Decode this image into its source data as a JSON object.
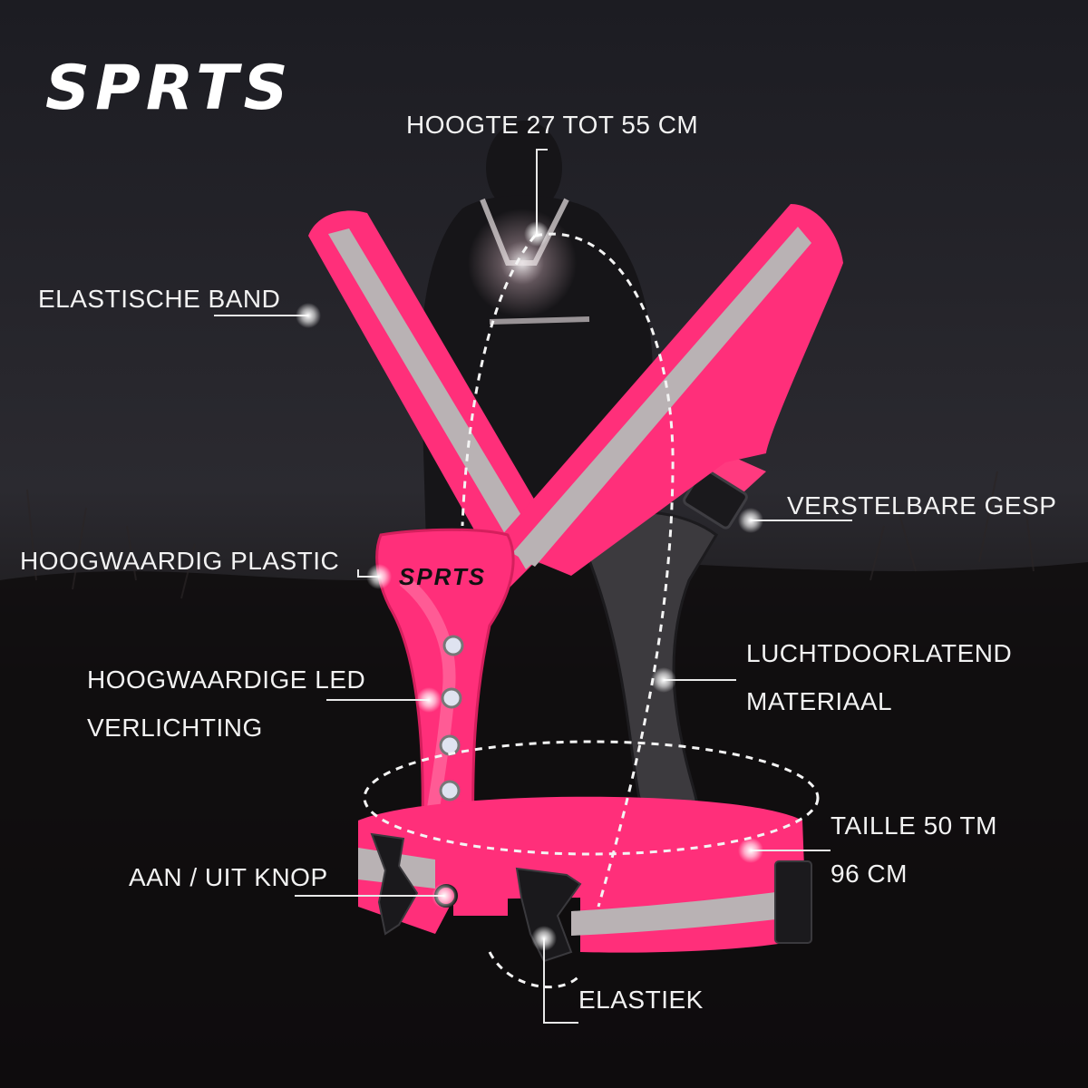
{
  "brand": {
    "logo_text": "SPRTS",
    "vest_logo_text": "SPRTS"
  },
  "colors": {
    "vest_pink": "#ff2f7a",
    "reflective_stripe": "#b9b2b4",
    "background": "#14141a",
    "label_text": "#f2f2f2"
  },
  "labels": {
    "height": "HOOGTE 27 TOT 55 CM",
    "elastic_band": "ELASTISCHE BAND",
    "adjustable_buckle": "VERSTELBARE GESP",
    "plastic_line1": "HOOGWAARDIG PLASTIC",
    "led_line1": "HOOGWAARDIGE LED",
    "led_line2": "VERLICHTING",
    "breathable_line1": "LUCHTDOORLATEND",
    "breathable_line2": "MATERIAAL",
    "waist_line1": "TAILLE 50 TM",
    "waist_line2": "96 CM",
    "on_off": "AAN / UIT KNOP",
    "elastic": "ELASTIEK"
  }
}
